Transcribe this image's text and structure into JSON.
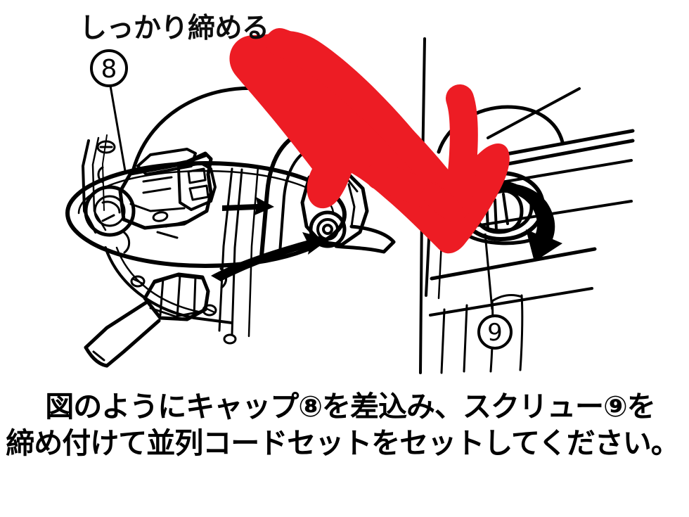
{
  "document": {
    "kind": "instruction-figure",
    "language": "ja",
    "background_color": "#FFFFFF",
    "line_color": "#000000",
    "accent_color": "#ED1C24"
  },
  "annotations": {
    "top_note": "しっかり締める",
    "callout_8": "⑧",
    "callout_9": "⑨",
    "red_arrow_name": "red-curved-arrow",
    "black_arrow_1_name": "insertion-arrow-upper",
    "black_arrow_2_name": "insertion-arrow-lower",
    "rotation_arrow_name": "tighten-rotation-arrow"
  },
  "caption": {
    "line_1": "図のようにキャップ⑧を差込み、スクリュー⑨を",
    "line_2": "締め付けて並列コードセットをセットしてください。"
  },
  "parts": {
    "items": [
      {
        "number": "⑧",
        "name": "キャップ"
      },
      {
        "number": "⑨",
        "name": "スクリュー"
      }
    ]
  },
  "figure_elements": {
    "socket_panel": "connector-socket-panel",
    "cap": "rubber-cap",
    "cable_gland": "cable-gland",
    "cable": "power-cable",
    "screw_head": "screw-head",
    "housing_right": "machine-housing-right",
    "vertical_edge": "housing-vertical-edge"
  }
}
